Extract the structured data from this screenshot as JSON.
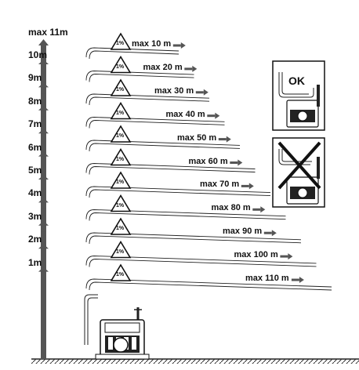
{
  "height_scale": {
    "top_label": "max 11m",
    "labels": [
      "10m",
      "9m",
      "8m",
      "7m",
      "6m",
      "5m",
      "4m",
      "3m",
      "2m",
      "1m"
    ]
  },
  "slope_sign": {
    "text": "1%"
  },
  "pipe_lengths": [
    "max 10 m",
    "max 20 m",
    "max 30 m",
    "max 40 m",
    "max 50 m",
    "max 60 m",
    "max 70 m",
    "max 80 m",
    "max 90 m",
    "max 100 m",
    "max 110 m"
  ],
  "right_panels": {
    "ok_label": "OK"
  },
  "colors": {
    "arrow": "#555555",
    "line": "#222222",
    "triangle": "#222222"
  }
}
